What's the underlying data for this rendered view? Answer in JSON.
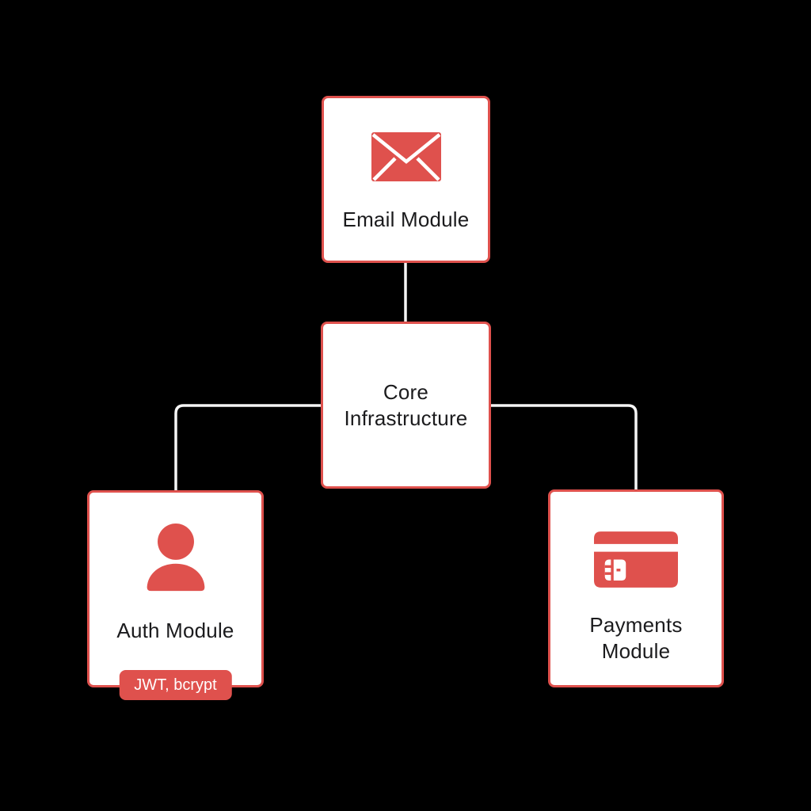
{
  "diagram": {
    "nodes": {
      "email_module": {
        "label": "Email Module",
        "icon": "envelope-icon"
      },
      "core_infrastructure": {
        "label": "Core Infrastructure",
        "icon": null
      },
      "auth_module": {
        "label": "Auth Module",
        "icon": "user-icon",
        "badge": "JWT, bcrypt"
      },
      "payments_module": {
        "label": "Payments Module",
        "icon": "credit-card-icon"
      }
    },
    "edges": [
      {
        "from": "email_module",
        "to": "core_infrastructure"
      },
      {
        "from": "core_infrastructure",
        "to": "auth_module"
      },
      {
        "from": "core_infrastructure",
        "to": "payments_module"
      }
    ],
    "colors": {
      "background": "#000000",
      "node_fill": "#ffffff",
      "accent_red": "#df514d",
      "connector": "#f5f5f5",
      "label_text": "#1b1b1d",
      "badge_text": "#ffffff"
    }
  }
}
